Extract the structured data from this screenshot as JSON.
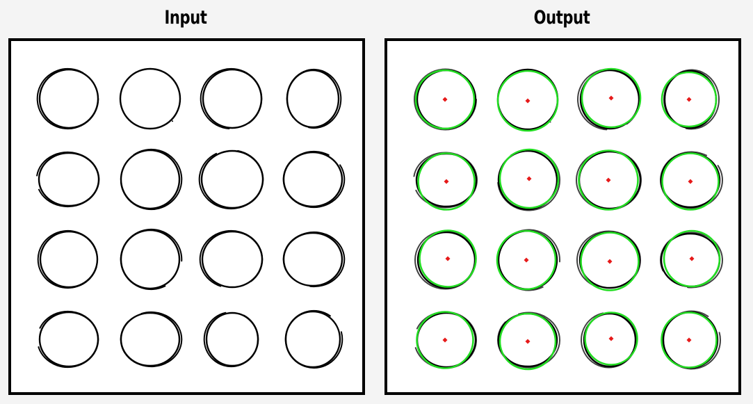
{
  "panels": {
    "input": {
      "title": "Input"
    },
    "output": {
      "title": "Output"
    }
  },
  "colors": {
    "stroke": "#000000",
    "fit_circle": "#22dd22",
    "center_dot": "#e61a1a",
    "background": "#f4f4f4"
  },
  "grid": {
    "rows": 4,
    "cols": 4,
    "count": 16
  }
}
